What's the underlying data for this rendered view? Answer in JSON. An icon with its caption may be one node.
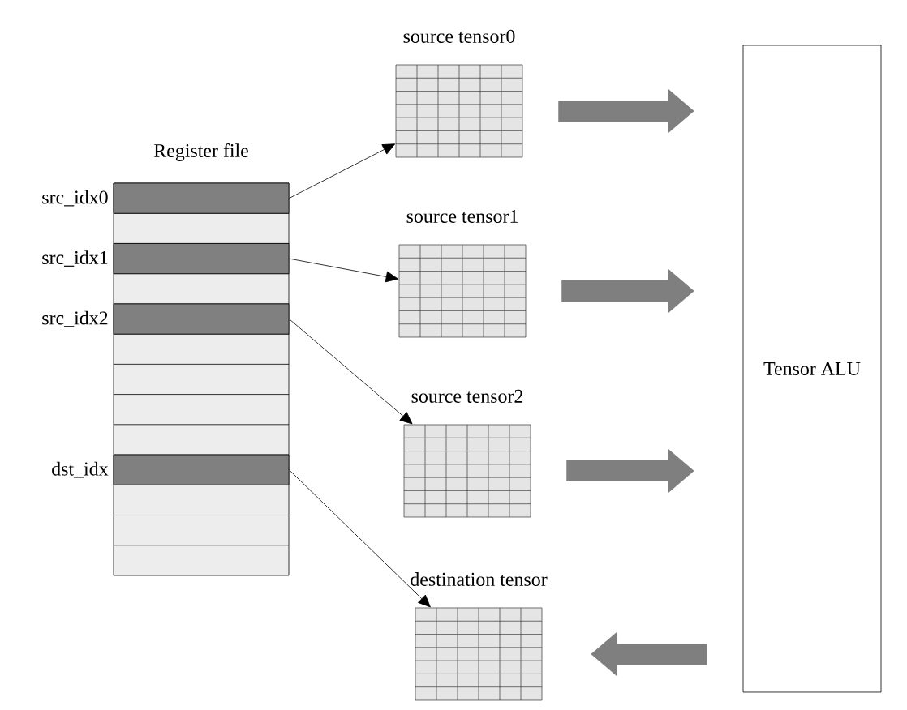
{
  "diagram": {
    "nodes": [
      {
        "text": [
          "Register file"
        ]
      },
      {
        "text": [],
        "shape": "bar",
        "beside": [
          "src_idx0"
        ],
        "in": 0
      },
      {
        "text": [],
        "shape": "bar",
        "beside": [
          "src_idx1"
        ],
        "in": 0
      },
      {
        "text": [],
        "shape": "bar",
        "beside": [
          "src_idx2"
        ],
        "in": 0
      },
      {
        "text": [],
        "shape": "bar",
        "beside": [
          "dst_idx"
        ],
        "in": 0
      },
      {
        "text": [
          "source tensor0"
        ]
      },
      {
        "text": [
          "source tensor1"
        ]
      },
      {
        "text": [
          "source tensor2"
        ]
      },
      {
        "text": [
          "destination tensor"
        ]
      },
      {
        "text": [
          "Tensor ALU"
        ]
      }
    ],
    "edges": [
      {
        "from": 1,
        "to": 5,
        "arrow": "to"
      },
      {
        "from": 2,
        "to": 6,
        "arrow": "to"
      },
      {
        "from": 3,
        "to": 7,
        "arrow": "to"
      },
      {
        "from": 4,
        "to": 8,
        "arrow": "to"
      },
      {
        "from": 5,
        "to": 9,
        "arrow": "to",
        "style": "thick",
        "color": "#7f7f7f"
      },
      {
        "from": 6,
        "to": 9,
        "arrow": "to",
        "style": "thick",
        "color": "#7f7f7f"
      },
      {
        "from": 7,
        "to": 9,
        "arrow": "to",
        "style": "thick",
        "color": "#7f7f7f"
      },
      {
        "from": 9,
        "to": 8,
        "arrow": "to",
        "style": "thick",
        "color": "#7f7f7f"
      }
    ]
  }
}
